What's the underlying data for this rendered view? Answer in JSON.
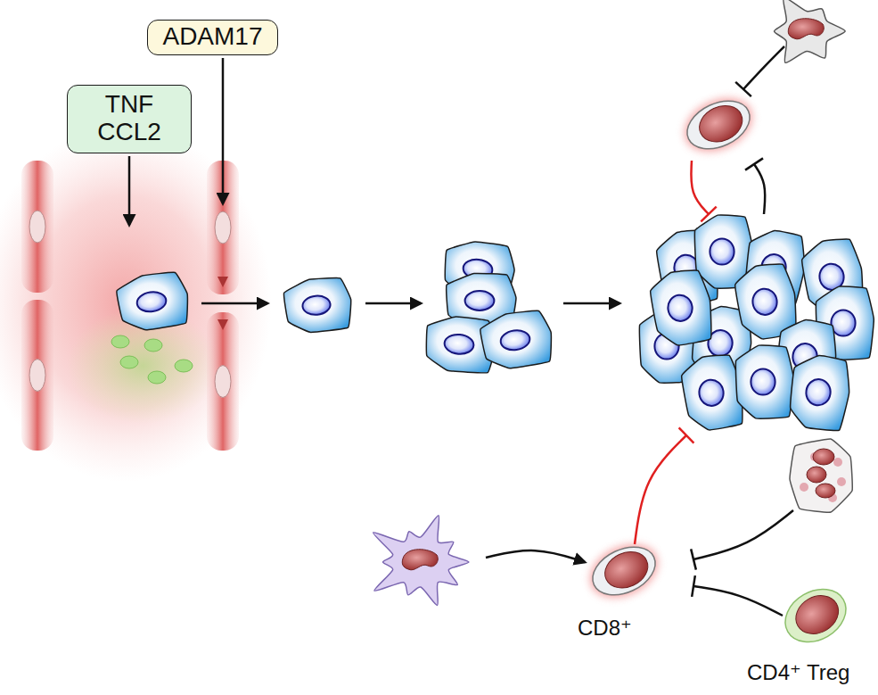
{
  "diagram": {
    "nodes": [
      {
        "text": [
          "TNF CCL2"
        ]
      },
      {
        "text": [
          "ADAM17"
        ]
      }
    ],
    "labels": [
      "CD8⁺",
      "CD4⁺ Treg"
    ]
  }
}
